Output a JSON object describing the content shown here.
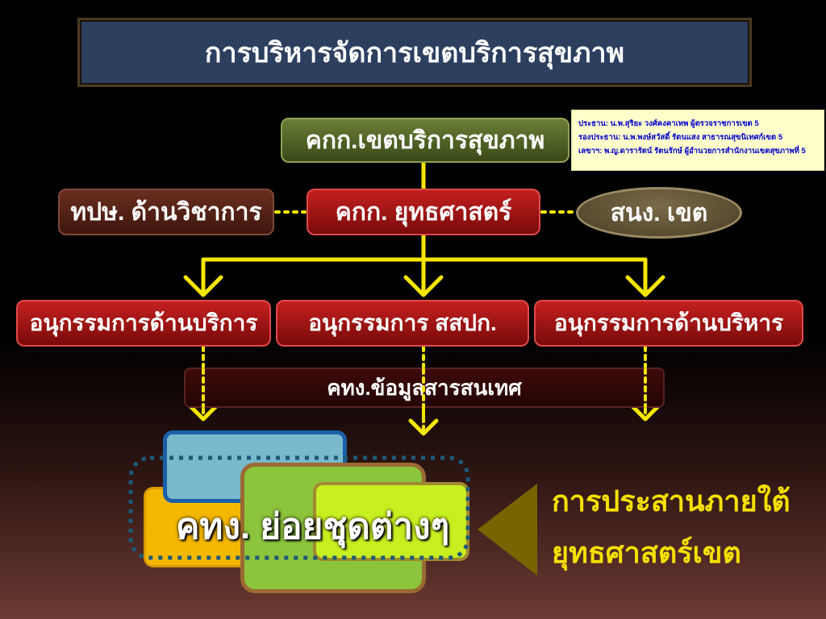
{
  "title": "การบริหารจัดการเขตบริการสุขภาพ",
  "committee": {
    "main": "คกก.เขตบริการสุขภาพ",
    "strategy": "คกก. ยุทธศาสตร์",
    "academic": "ทปษ. ด้านวิชาการ",
    "regional_office": "สนง. เขต"
  },
  "info_box": {
    "chair": "ประธาน: น.พ.สุริยะ วงศ์คงคาเทพ ผู้ตรวจราชการเขต 5",
    "vice_chair": "รองประธาน: น.พ.พงษ์สวัสดิ์ รัตนแสง สาธารณสุขนิเทศก์เขต 5",
    "secretary": "เลขาฯ: พ.ญ.ดารารัตน์ รัตนรักษ์ ผู้อำนวยการสำนักงานเขตสุขภาพที่ 5"
  },
  "subcommittees": [
    "อนุกรรมการด้านบริการ",
    "อนุกรรมการ สสปก.",
    "อนุกรรมการด้านบริหาร"
  ],
  "it_committee": "คทง.ข้อมูลสารสนเทศ",
  "working_groups": "คทง. ย่อยชุดต่างๆ",
  "coordination": {
    "line1": "การประสานภายใต้",
    "line2": "ยุทธศาสตร์เขต"
  },
  "colors": {
    "connector": "#f5e600",
    "title_bg": "#2c3f5f",
    "red_box": "#a01212",
    "green_box": "#4e6224",
    "info_text": "#0000cc"
  }
}
